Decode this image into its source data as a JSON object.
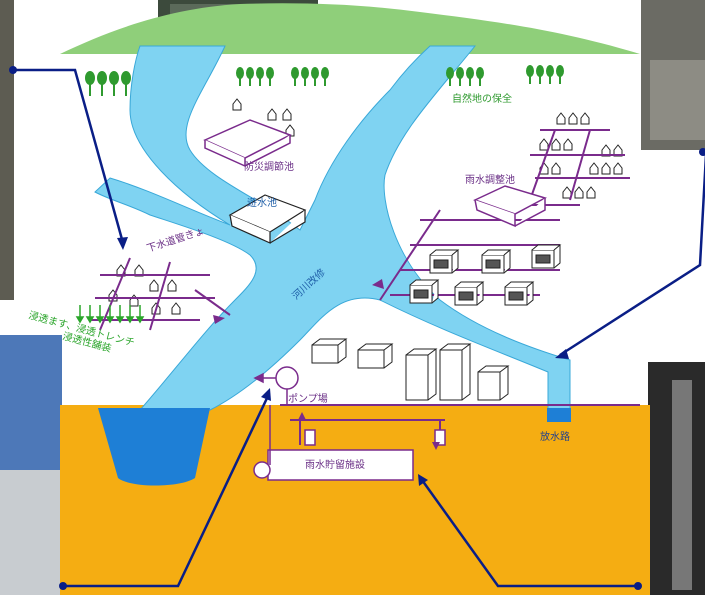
{
  "labels": {
    "flood_basin": "防災調節池",
    "nature_preservation": "自然地の保全",
    "rainwater_pond": "雨水調整池",
    "retarding_basin": "遊水池",
    "sewer_pipe": "下水道管きょ",
    "river_improvement": "河川改修",
    "infiltration_line1": "浸透ます、浸透トレンチ",
    "infiltration_line2": "浸透性舗装",
    "pump_station": "ポンプ場",
    "discharge_channel": "放水路",
    "storage_facility": "雨水貯留施設"
  },
  "colors": {
    "river": "#7fd3f2",
    "river_edge": "#39a8d8",
    "ground": "#f5ad12",
    "hill": "#8fcf7a",
    "pipe": "#7a2b8c",
    "callout": "#0a1e86",
    "text_purple": "#6a2f86",
    "text_blue": "#1f5fa8",
    "tree": "#2f9a2f",
    "arrow_green": "#2aa52a"
  }
}
